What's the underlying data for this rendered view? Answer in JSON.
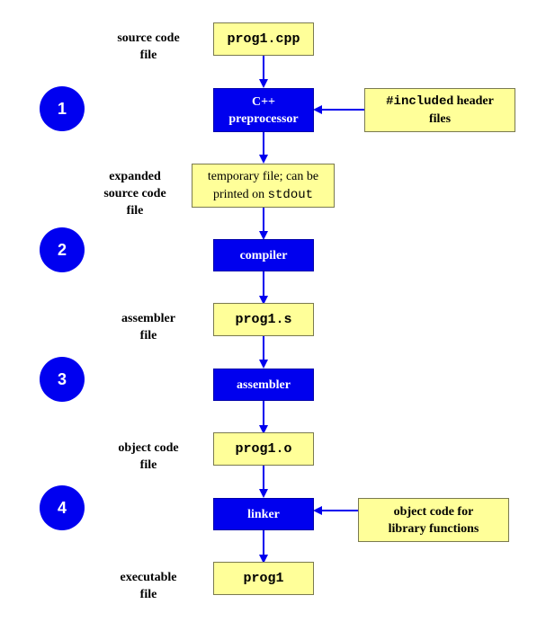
{
  "colors": {
    "process": "#0000ee",
    "file": "#ffff99",
    "arrow": "#0000ee",
    "step": "#0000f0"
  },
  "left_labels": {
    "source": [
      "source code",
      "file"
    ],
    "expanded": [
      "expanded",
      "source code",
      "file"
    ],
    "assembler": [
      "assembler",
      "file"
    ],
    "object": [
      "object code",
      "file"
    ],
    "executable": [
      "executable",
      "file"
    ]
  },
  "files": {
    "source": "prog1.cpp",
    "temp_line1": "temporary file; can be",
    "temp_line2_prefix": "printed on ",
    "temp_line2_code": "stdout",
    "asm": "prog1.s",
    "obj": "prog1.o",
    "exe": "prog1"
  },
  "processes": {
    "preprocessor": [
      "C++",
      "preprocessor"
    ],
    "compiler": "compiler",
    "assembler": "assembler",
    "linker": "linker"
  },
  "side_inputs": {
    "headers_code": "#include",
    "headers_rest": "d header",
    "headers_line2": "files",
    "libs": [
      "object code for",
      "library functions"
    ]
  },
  "steps": [
    "1",
    "2",
    "3",
    "4"
  ]
}
